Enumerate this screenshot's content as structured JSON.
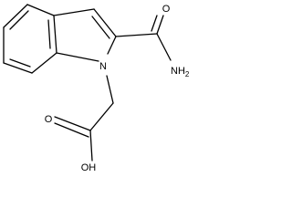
{
  "molecule": {
    "atoms": {
      "ring_nitrogen": "N",
      "amide_oxygen": "O",
      "amide_nitrogen": "NH",
      "amide_nitrogen_subscript": "2",
      "acid_oxygen": "O",
      "hydroxyl": "OH"
    }
  },
  "colors": {
    "bond": "#000000",
    "label": "#000000",
    "background": "#ffffff"
  }
}
